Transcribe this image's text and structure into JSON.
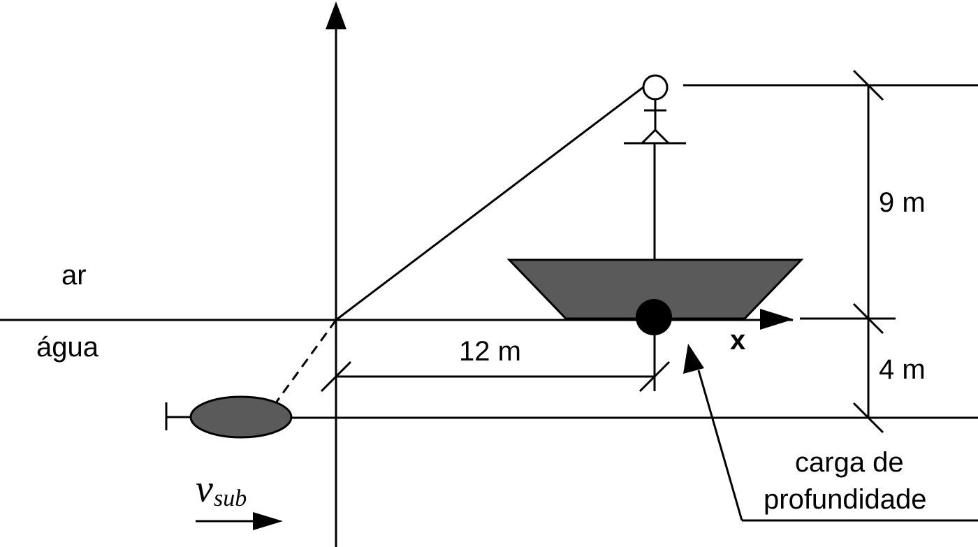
{
  "labels": {
    "air": "ar",
    "water": "água",
    "x_axis": "x",
    "horizontal_distance": "12 m",
    "height_above_water": "9 m",
    "depth_below_water": "4 m",
    "charge_line1": "carga de",
    "charge_line2": "profundidade",
    "velocity_symbol": "v",
    "velocity_subscript": "sub"
  },
  "colors": {
    "ink": "#000000",
    "fill_dark": "#5a5a5a",
    "background": "#ffffff"
  }
}
